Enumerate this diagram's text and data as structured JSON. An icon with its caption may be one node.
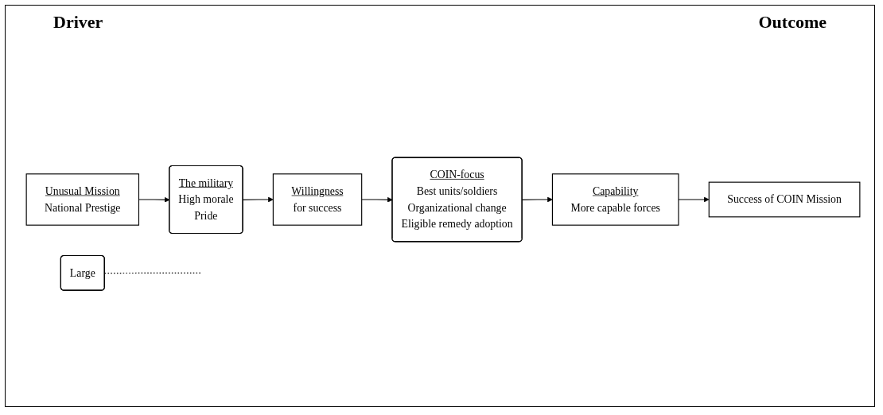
{
  "diagram": {
    "nodes": [
      {
        "text": [
          "Unusual Mission",
          "National Prestige"
        ]
      },
      {
        "text": [
          "Large"
        ]
      },
      {
        "text": [
          "The military",
          "High morale",
          "Pride"
        ]
      },
      {
        "text": [
          "Willingness",
          "for success"
        ]
      },
      {
        "text": [
          "COIN-focus",
          "Best units/soldiers",
          "Organizational change",
          "Eligible remedy adoption"
        ]
      },
      {
        "text": [
          "Capability",
          "More capable forces"
        ]
      },
      {
        "text": [
          "Success of COIN Mission"
        ]
      }
    ],
    "edges": [
      {
        "from": 0,
        "to": 2,
        "arrow": "to"
      },
      {
        "from": 1,
        "to": null,
        "arrow": "none",
        "style": "dashed"
      },
      {
        "from": 2,
        "to": 3,
        "arrow": "to"
      },
      {
        "from": 3,
        "to": 4,
        "arrow": "to"
      },
      {
        "from": 4,
        "to": 5,
        "arrow": "to"
      },
      {
        "from": 5,
        "to": 6,
        "arrow": "to"
      }
    ],
    "labels": [
      "Driver",
      "Outcome"
    ]
  }
}
